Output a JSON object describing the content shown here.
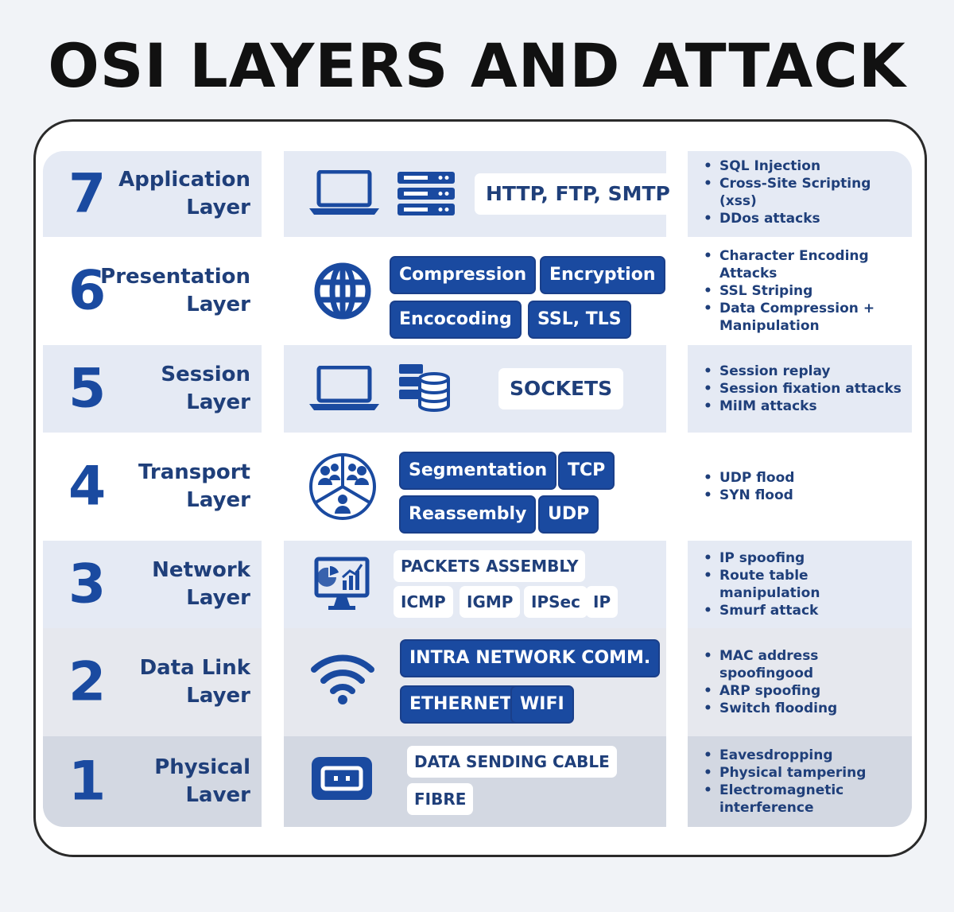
{
  "title": "OSI LAYERS AND ATTACK",
  "colors": {
    "accent": "#1a4aa0",
    "text": "#1f3f7a",
    "title": "#111111"
  },
  "layers": [
    {
      "number": "7",
      "name": [
        "Application",
        "Layer"
      ],
      "icons": [
        "laptop-icon",
        "server-rack-icon"
      ],
      "protocols": [
        "HTTP, FTP, SMTP"
      ],
      "attacks": [
        "SQL Injection",
        "Cross-Site Scripting (xss)",
        "DDos attacks"
      ]
    },
    {
      "number": "6",
      "name": [
        "Presentation",
        "Layer"
      ],
      "icons": [
        "globe-icon"
      ],
      "protocols": [
        "Compression",
        "Encryption",
        "Encocoding",
        "SSL, TLS"
      ],
      "attacks": [
        "Character Encoding Attacks",
        "SSL Striping",
        "Data Compression + Manipulation"
      ]
    },
    {
      "number": "5",
      "name": [
        "Session",
        "Layer"
      ],
      "icons": [
        "laptop-icon",
        "database-icon"
      ],
      "protocols": [
        "SOCKETS"
      ],
      "attacks": [
        "Session replay",
        "Session fixation attacks",
        "MiIM attacks"
      ]
    },
    {
      "number": "4",
      "name": [
        "Transport",
        "Layer"
      ],
      "icons": [
        "user-groups-icon"
      ],
      "protocols": [
        "Segmentation",
        "TCP",
        "Reassembly",
        "UDP"
      ],
      "attacks": [
        "UDP flood",
        "SYN flood"
      ]
    },
    {
      "number": "3",
      "name": [
        "Network",
        "Layer"
      ],
      "icons": [
        "monitor-chart-icon"
      ],
      "protocols": [
        "PACKETS ASSEMBLY",
        "ICMP",
        "IGMP",
        "IPSec",
        "IP"
      ],
      "attacks": [
        "IP spoofing",
        "Route table manipulation",
        "Smurf attack"
      ]
    },
    {
      "number": "2",
      "name": [
        "Data Link",
        "Layer"
      ],
      "icons": [
        "wifi-icon"
      ],
      "protocols": [
        "INTRA NETWORK COMM.",
        "ETHERNET",
        "WIFI"
      ],
      "attacks": [
        "MAC address spoofingood",
        "ARP spoofing",
        "Switch flooding"
      ]
    },
    {
      "number": "1",
      "name": [
        "Physical",
        "Laver"
      ],
      "icons": [
        "network-port-icon"
      ],
      "protocols": [
        "DATA SENDING CABLE",
        "FIBRE"
      ],
      "attacks": [
        "Eavesdropping",
        "Physical tampering",
        "Electromagnetic interference"
      ]
    }
  ]
}
